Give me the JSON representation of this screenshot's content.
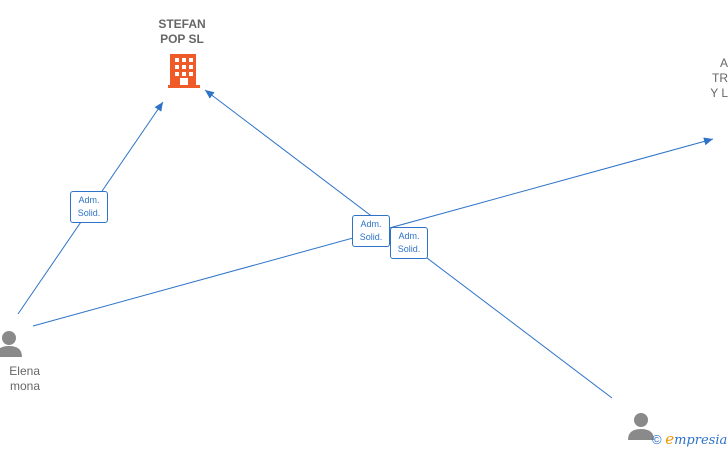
{
  "nodes": {
    "company_main": {
      "name_line1": "STEFAN",
      "name_line2": "POP  SL",
      "icon": "building-icon",
      "color": "#f05a28"
    },
    "company_partial": {
      "line1": "A",
      "line2": "TR",
      "line3": "Y L"
    },
    "person_left": {
      "icon": "person-icon",
      "name_line1": "Elena",
      "name_line2": "mona"
    },
    "person_bottom": {
      "icon": "person-icon"
    }
  },
  "edges": [
    {
      "from": "person_left",
      "to": "company_main",
      "label_line1": "Adm.",
      "label_line2": "Solid."
    },
    {
      "from": "person_left",
      "to": "company_partial",
      "label_line1": "Adm.",
      "label_line2": "Solid."
    },
    {
      "from": "person_bottom",
      "to": "company_main",
      "label_line1": "Adm.",
      "label_line2": "Solid."
    }
  ],
  "colors": {
    "edge": "#2e73c8",
    "person": "#8a8a8a",
    "text": "#666666"
  },
  "brand": {
    "copyright": "©",
    "initial": "e",
    "rest": "mpresia"
  }
}
